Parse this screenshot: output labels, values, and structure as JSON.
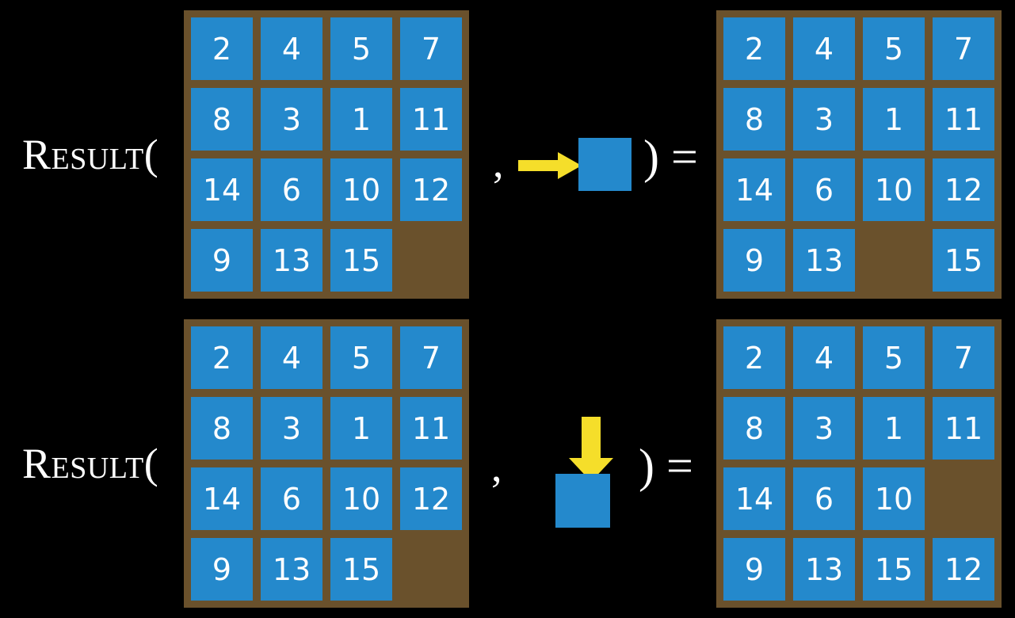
{
  "slide": {
    "background_color": "#000000",
    "tile_color": "#2489cc",
    "board_color": "#6a512c",
    "arrow_color": "#f5de2a",
    "text_color": "#ffffff"
  },
  "symbols": {
    "result_label": "Result(",
    "comma": ",",
    "close_paren_equals": ") =",
    "empty_cell": ""
  },
  "rows": [
    {
      "id": "row-1",
      "label": "Result(",
      "comma": ",",
      "close": ") =",
      "operand": {
        "icon": "arrow-right-icon",
        "direction": "right",
        "description": "slide tile right"
      },
      "input_board": {
        "name": "input-board-row-1",
        "rows": [
          [
            "2",
            "4",
            "5",
            "7"
          ],
          [
            "8",
            "3",
            "1",
            "11"
          ],
          [
            "14",
            "6",
            "10",
            "12"
          ],
          [
            "9",
            "13",
            "15",
            ""
          ]
        ]
      },
      "output_board": {
        "name": "output-board-row-1",
        "rows": [
          [
            "2",
            "4",
            "5",
            "7"
          ],
          [
            "8",
            "3",
            "1",
            "11"
          ],
          [
            "14",
            "6",
            "10",
            "12"
          ],
          [
            "9",
            "13",
            "",
            "15"
          ]
        ]
      }
    },
    {
      "id": "row-2",
      "label": "Result(",
      "comma": ",",
      "close": ") =",
      "operand": {
        "icon": "arrow-down-icon",
        "direction": "down",
        "description": "slide tile down"
      },
      "input_board": {
        "name": "input-board-row-2",
        "rows": [
          [
            "2",
            "4",
            "5",
            "7"
          ],
          [
            "8",
            "3",
            "1",
            "11"
          ],
          [
            "14",
            "6",
            "10",
            "12"
          ],
          [
            "9",
            "13",
            "15",
            ""
          ]
        ]
      },
      "output_board": {
        "name": "output-board-row-2",
        "rows": [
          [
            "2",
            "4",
            "5",
            "7"
          ],
          [
            "8",
            "3",
            "1",
            "11"
          ],
          [
            "14",
            "6",
            "10",
            ""
          ],
          [
            "9",
            "13",
            "15",
            "12"
          ]
        ]
      }
    }
  ]
}
